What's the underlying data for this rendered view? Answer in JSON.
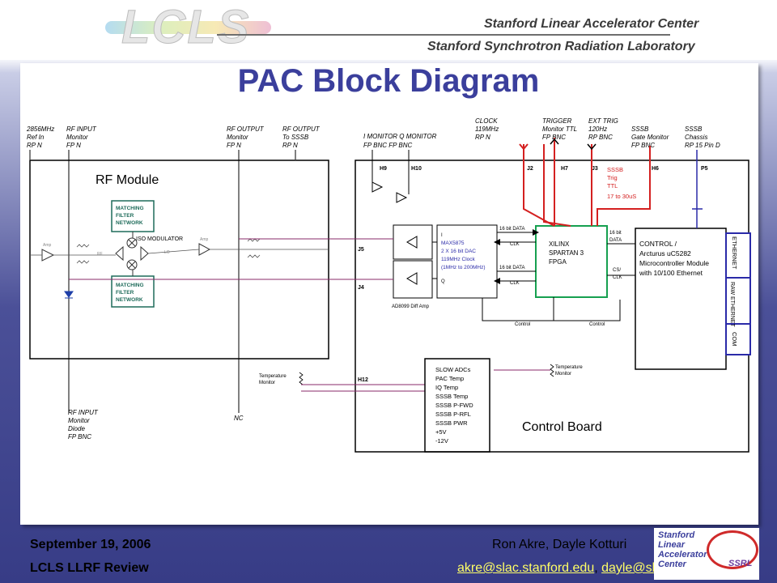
{
  "header": {
    "logo": "LCLS",
    "org_line1": "Stanford Linear Accelerator Center",
    "org_line2": "Stanford Synchrotron Radiation Laboratory"
  },
  "slide": {
    "title": "PAC Block Diagram"
  },
  "diagram": {
    "top_labels": {
      "ref_in": [
        "2856MHz",
        "Ref In",
        "RP N"
      ],
      "rf_input_monitor": [
        "RF INPUT",
        "Monitor",
        "FP N"
      ],
      "rf_output_monitor": [
        "RF OUTPUT",
        "Monitor",
        "FP N"
      ],
      "rf_output_sssb": [
        "RF OUTPUT",
        "To SSSB",
        "RP N"
      ],
      "i_q_monitor": [
        "I MONITOR Q MONITOR",
        "FP BNC      FP BNC"
      ],
      "clock": [
        "CLOCK",
        "119MHz",
        "RP N"
      ],
      "trigger": [
        "TRIGGER",
        "Monitor TTL",
        "FP BNC"
      ],
      "ext_trig": [
        "EXT TRIG",
        "120Hz",
        "RP BNC"
      ],
      "sssb_gate": [
        "SSSB",
        "Gate Monitor",
        "FP BNC"
      ],
      "sssb_chassis": [
        "SSSB",
        "Chassis",
        "RP 15 Pin D"
      ]
    },
    "rf_module": {
      "title": "RF Module",
      "matching_top": [
        "MATCHING",
        "FILTER",
        "NETWORK"
      ],
      "matching_bottom": [
        "MATCHING",
        "FILTER",
        "NETWORK"
      ],
      "iso_modulator": "ISO MODULATOR",
      "amp1": "Amp",
      "amp2": "Amp",
      "lo_label": "LO",
      "rf_label": "RF",
      "temp_monitor": [
        "Temperature",
        "Monitor"
      ],
      "rf_input_diode": [
        "RF INPUT",
        "Monitor",
        "Diode",
        "FP BNC"
      ],
      "nc": "NC"
    },
    "control_board": {
      "title": "Control Board",
      "connectors": {
        "h9": "H9",
        "h10": "H10",
        "j2": "J2",
        "h7": "H7",
        "j3": "J3",
        "h6": "H6",
        "p5": "P5",
        "j5": "J5",
        "j4": "J4",
        "h12": "H12"
      },
      "sssb_trig": [
        "SSSB",
        "Trig",
        "TTL",
        "17 to 30uS"
      ],
      "dac": [
        "MAX5875",
        "2 X 16 bit DAC",
        "119MHz Clock",
        "(1MHz to 200MHz)"
      ],
      "dac_i": "I",
      "dac_q": "Q",
      "diff_amp": "AD8099 Diff Amp",
      "data_top": "16 bit DATA",
      "clk_top": "CLK",
      "data_bottom": "16 bit DATA",
      "clk_bottom": "CLK",
      "fpga": [
        "XILINX",
        "SPARTAN 3",
        "FPGA"
      ],
      "data_right": [
        "16 bit",
        "DATA"
      ],
      "cs_clk": [
        "CS/",
        "CLK"
      ],
      "control_left": "Control",
      "control_right": "Control",
      "controller": [
        "CONTROL /",
        "Arcturus uC5282",
        "Microcontroller Module",
        "with 10/100 Ethernet"
      ],
      "ethernet": "ETHERNET",
      "raw_ethernet": "RAW ETHERNET",
      "com": "COM",
      "slow_adcs": [
        "SLOW ADCs",
        "PAC Temp",
        "IQ Temp",
        "SSSB Temp",
        "SSSB P-FWD",
        "SSSB P-RFL",
        "SSSB PWR",
        "+5V",
        "-12V"
      ],
      "temp_monitor": [
        "Temperature",
        "Monitor"
      ]
    }
  },
  "footer": {
    "date": "September 19, 2006",
    "review": "LCLS LLRF Review",
    "authors": "Ron Akre, Dayle Kotturi",
    "email1": "akre@slac.stanford.edu",
    "separator": ",",
    "email2": "dayle@slac.stanford.edu",
    "institution_logo": [
      "Stanford",
      "Linear",
      "Accelerator",
      "Center"
    ],
    "ssrl": "SSRL"
  }
}
